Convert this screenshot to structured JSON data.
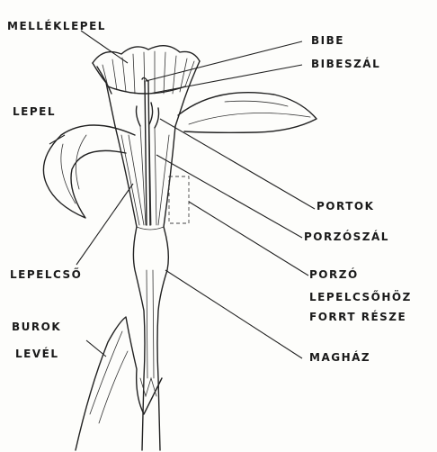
{
  "labels": {
    "mellekplepel": "MELLÉKLEPEL",
    "bibe": "BIBE",
    "bibeszal": "BIBESZÁL",
    "lepel": "LEPEL",
    "portok": "PORTOK",
    "porzoszal": "PORZÓSZÁL",
    "lepelcso": "LEPELCSŐ",
    "porzo": "PORZÓ",
    "lepelcsohoz_1": "LEPELCSŐHÖZ",
    "lepelcsohoz_2": "FORRT RÉSZE",
    "burok_1": "BUROK",
    "burok_2": "LEVÉL",
    "maghaz": "MAGHÁZ"
  },
  "colors": {
    "ink": "#222222",
    "paper": "#fdfdfb"
  }
}
